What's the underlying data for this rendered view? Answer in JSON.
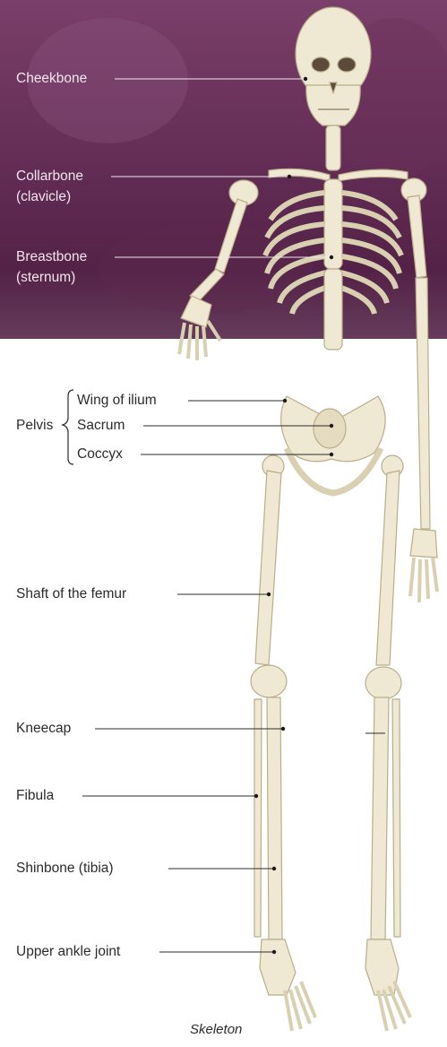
{
  "caption": "Skeleton",
  "colors": {
    "banner_top": "#7a3f6a",
    "banner_bottom": "#4a1a3e",
    "bone_fill": "#efe8d2",
    "bone_stroke": "#b9ad8a",
    "leader_light": "#f1e6ee",
    "leader_dark": "#2b2b2b"
  },
  "labels": {
    "cheekbone": "Cheekbone",
    "collarbone_1": "Collarbone",
    "collarbone_2": "(clavicle)",
    "breastbone_1": "Breastbone",
    "breastbone_2": "(sternum)",
    "pelvis": "Pelvis",
    "wing_of_ilium": "Wing of ilium",
    "sacrum": "Sacrum",
    "coccyx": "Coccyx",
    "shaft_femur": "Shaft of the femur",
    "kneecap": "Kneecap",
    "fibula": "Fibula",
    "shinbone": "Shinbone (tibia)",
    "upper_ankle": "Upper ankle joint"
  }
}
